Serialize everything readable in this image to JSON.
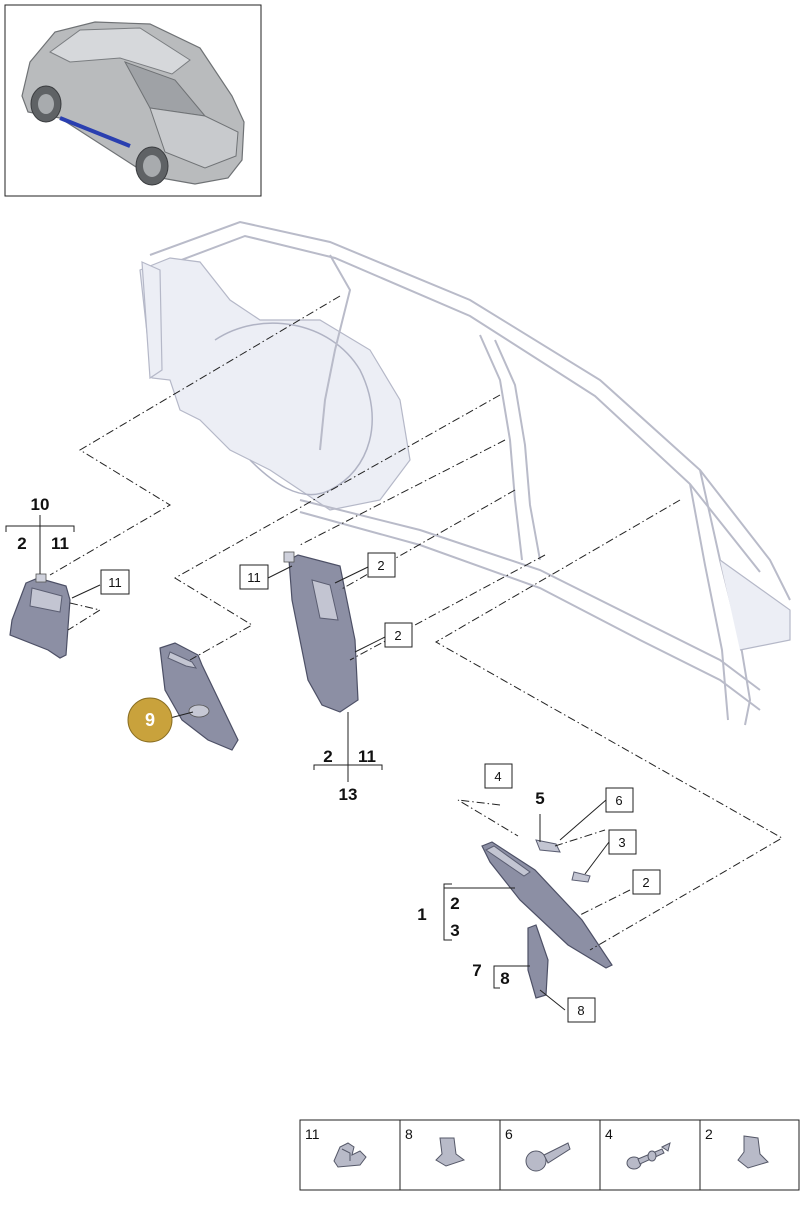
{
  "callout_highlight": {
    "number": "9",
    "color": "#c9a23c"
  },
  "labels": {
    "l10": "10",
    "l10_sub_a": "2",
    "l10_sub_b": "11",
    "l13": "13",
    "l13_sub_a": "2",
    "l13_sub_b": "11",
    "l1": "1",
    "l1_sub_a": "2",
    "l1_sub_b": "3",
    "l5": "5",
    "l7": "7",
    "l7_sub": "8"
  },
  "boxed_labels": {
    "b11_left": "11",
    "b11_mid": "11",
    "b2_top": "2",
    "b2_mid": "2",
    "b4": "4",
    "b6": "6",
    "b3": "3",
    "b2_right": "2",
    "b8": "8"
  },
  "legend": [
    {
      "number": "11",
      "icon": "clip-icon"
    },
    {
      "number": "8",
      "icon": "clip-icon"
    },
    {
      "number": "6",
      "icon": "screw-icon"
    },
    {
      "number": "4",
      "icon": "expanding-rivet-icon"
    },
    {
      "number": "2",
      "icon": "clip-icon"
    }
  ]
}
